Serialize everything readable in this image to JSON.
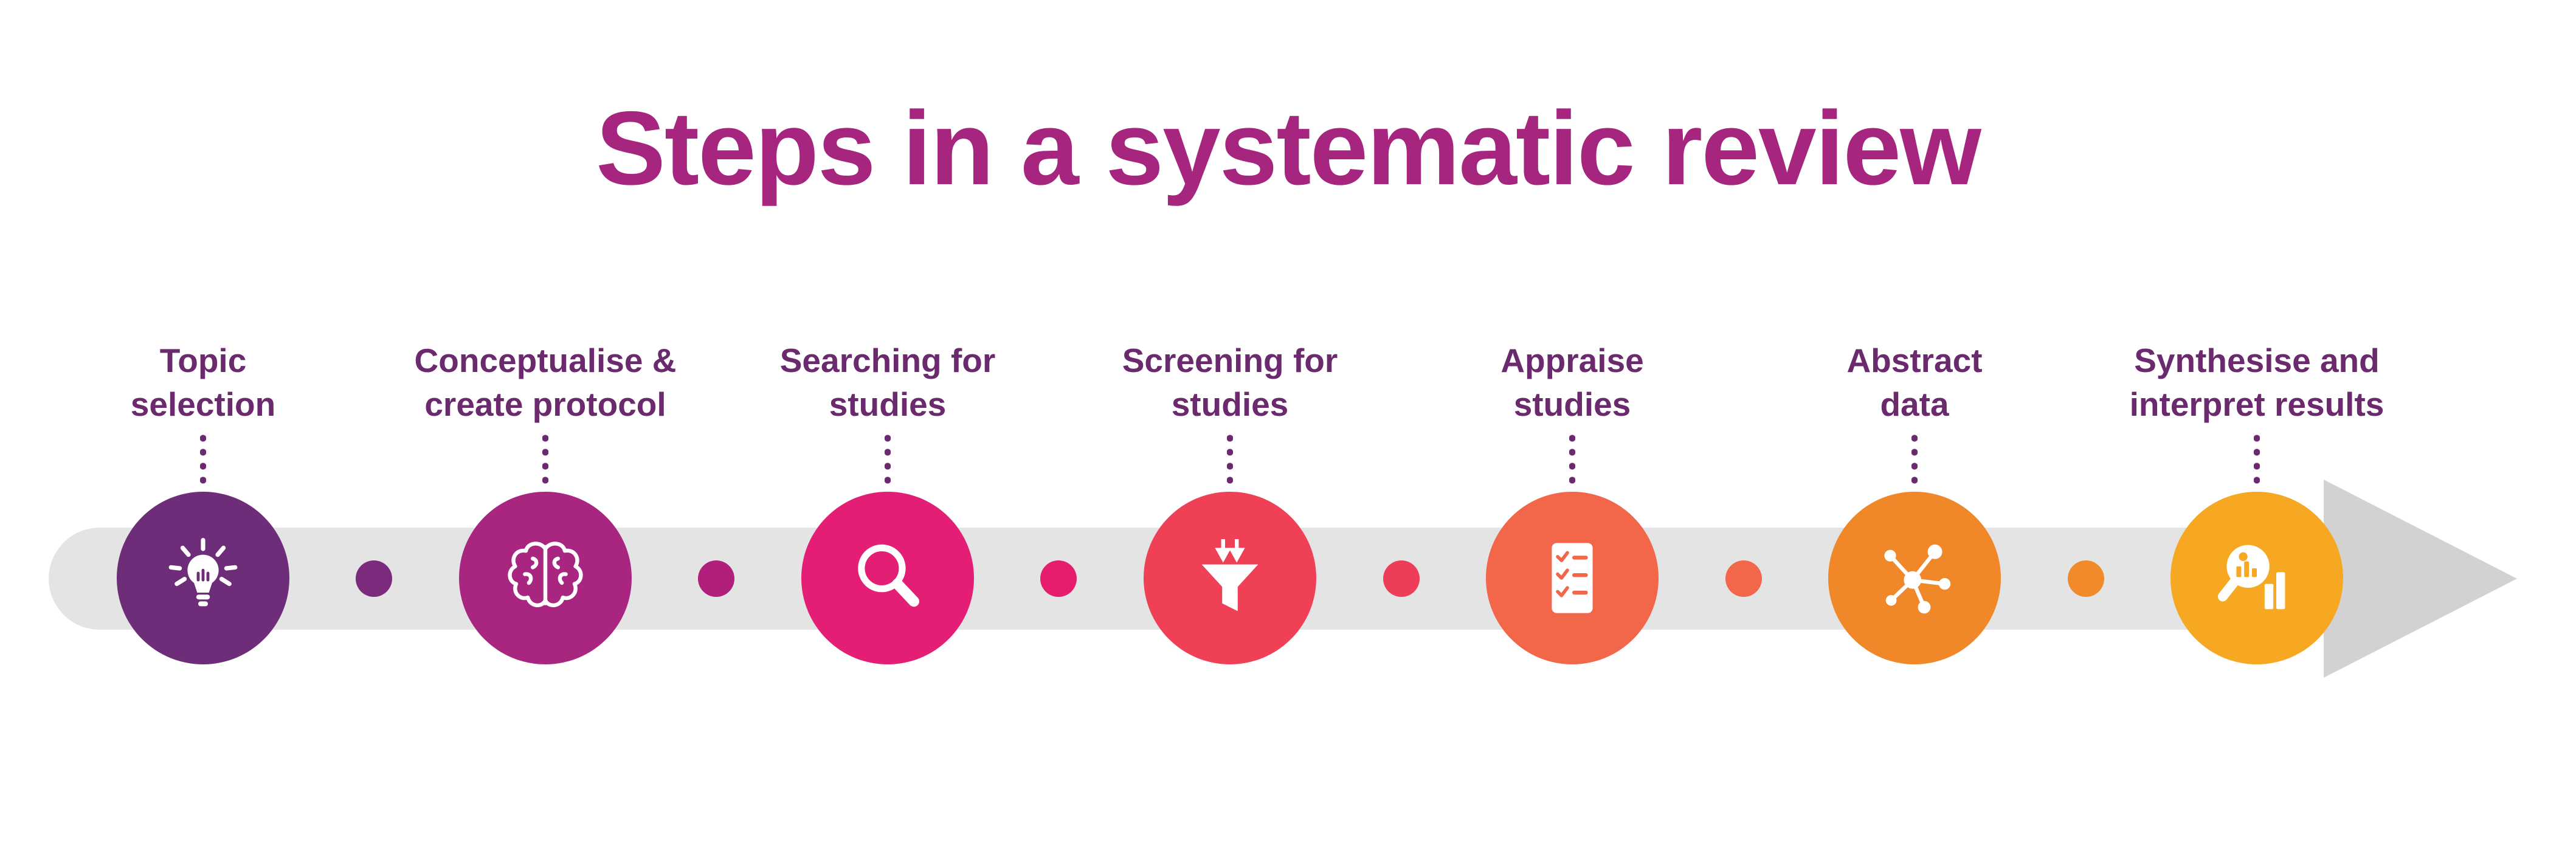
{
  "title": "Steps in a systematic review",
  "colors": {
    "title": "#a5257f",
    "label": "#6b2a6d",
    "track": "#e4e4e4",
    "arrowhead": "#d2d2d2"
  },
  "steps": [
    {
      "label_line1": "Topic",
      "label_line2": "selection",
      "icon": "lightbulb-icon",
      "color": "#6e2d78"
    },
    {
      "label_line1": "Conceptualise &",
      "label_line2": "create protocol",
      "icon": "brain-icon",
      "color": "#a82680"
    },
    {
      "label_line1": "Searching for",
      "label_line2": "studies",
      "icon": "magnifier-icon",
      "color": "#e51e75"
    },
    {
      "label_line1": "Screening for",
      "label_line2": "studies",
      "icon": "funnel-icon",
      "color": "#ef4056"
    },
    {
      "label_line1": "Appraise",
      "label_line2": "studies",
      "icon": "checklist-icon",
      "color": "#f26649"
    },
    {
      "label_line1": "Abstract",
      "label_line2": "data",
      "icon": "network-icon",
      "color": "#f0882a"
    },
    {
      "label_line1": "Synthesise and",
      "label_line2": "interpret results",
      "icon": "chart-magnifier-icon",
      "color": "#f7a823"
    }
  ],
  "connector_dots": [
    "#7b2b7c",
    "#b01f7b",
    "#e61c6e",
    "#ee3d59",
    "#f2664a",
    "#f18a2b"
  ]
}
